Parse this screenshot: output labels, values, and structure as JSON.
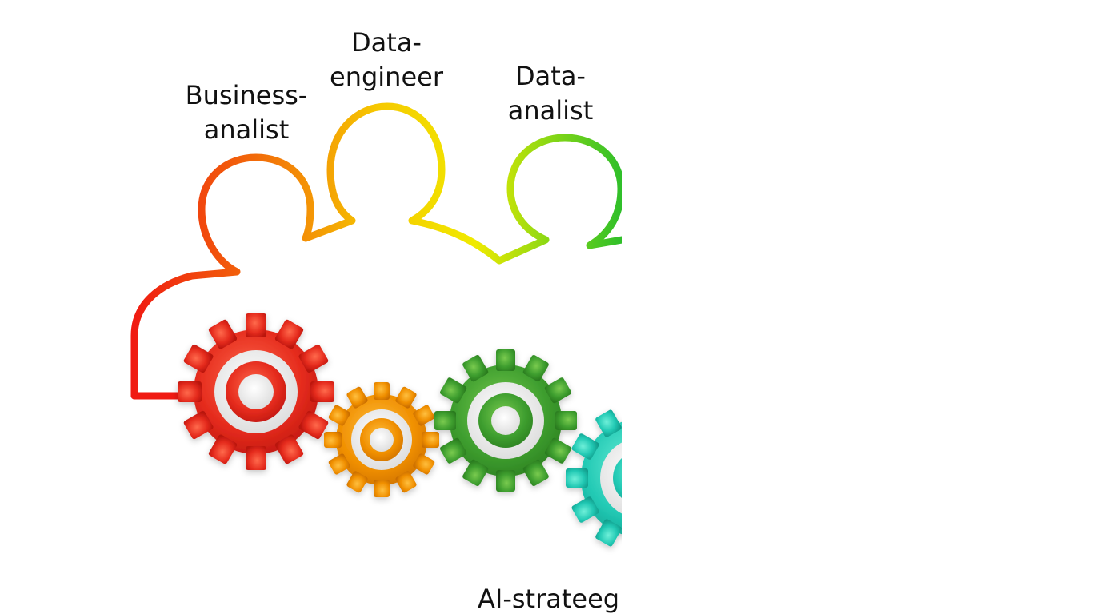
{
  "roles": [
    {
      "id": "business-analist",
      "line1": "Business-",
      "line2": "analist",
      "color": "#f23a0e"
    },
    {
      "id": "data-engineer",
      "line1": "Data-",
      "line2": "engineer",
      "color": "#f6b400"
    },
    {
      "id": "data-analist",
      "line1": "Data-",
      "line2": "analist",
      "color": "#6ad01f"
    },
    {
      "id": "ai-strateeg",
      "line1": "AI-strateeg",
      "color": "#1fcfb0"
    }
  ],
  "colors": {
    "gear_red": "#e52b1d",
    "gear_orange": "#f08f00",
    "gear_green": "#3d9d2e",
    "gear_teal": "#22c9b4",
    "gear_hub": "#e8e8e8",
    "text": "#111111"
  },
  "icons": [
    "people-outline-icon",
    "gear-icon"
  ]
}
